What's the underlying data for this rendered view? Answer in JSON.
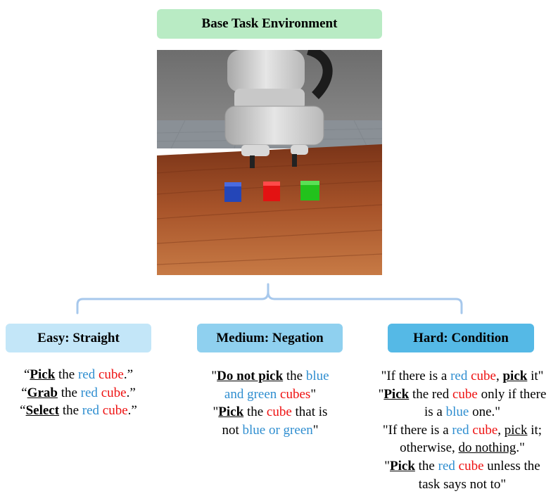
{
  "title": "Base Task Environment",
  "scene": {
    "cube_colors": [
      "#2446b8",
      "#e31212",
      "#22c21c"
    ]
  },
  "categories": {
    "easy": {
      "label": "Easy: Straight",
      "lines": [
        [
          {
            "t": "“"
          },
          {
            "t": "Pick",
            "s": "v"
          },
          {
            "t": " the "
          },
          {
            "t": "red",
            "s": "b"
          },
          {
            "t": " "
          },
          {
            "t": "cube",
            "s": "r"
          },
          {
            "t": ".”"
          }
        ],
        [
          {
            "t": "“"
          },
          {
            "t": "Grab",
            "s": "v"
          },
          {
            "t": " the "
          },
          {
            "t": "red",
            "s": "b"
          },
          {
            "t": " "
          },
          {
            "t": "cube",
            "s": "r"
          },
          {
            "t": ".”"
          }
        ],
        [
          {
            "t": "“"
          },
          {
            "t": "Select",
            "s": "v"
          },
          {
            "t": " the "
          },
          {
            "t": "red",
            "s": "b"
          },
          {
            "t": " "
          },
          {
            "t": "cube",
            "s": "r"
          },
          {
            "t": ".”"
          }
        ]
      ]
    },
    "medium": {
      "label": "Medium: Negation",
      "lines": [
        [
          {
            "t": "\""
          },
          {
            "t": "Do not pick",
            "s": "v"
          },
          {
            "t": " the "
          },
          {
            "t": "blue",
            "s": "b"
          }
        ],
        [
          {
            "t": "and green",
            "s": "b"
          },
          {
            "t": " "
          },
          {
            "t": "cubes",
            "s": "r"
          },
          {
            "t": "\""
          }
        ],
        [
          {
            "t": "\""
          },
          {
            "t": "Pick",
            "s": "v"
          },
          {
            "t": " the "
          },
          {
            "t": "cube",
            "s": "r"
          },
          {
            "t": " that is"
          }
        ],
        [
          {
            "t": "not "
          },
          {
            "t": "blue or green",
            "s": "b"
          },
          {
            "t": "\""
          }
        ]
      ]
    },
    "hard": {
      "label": "Hard: Condition",
      "lines": [
        [
          {
            "t": "\"If there is a "
          },
          {
            "t": "red",
            "s": "b"
          },
          {
            "t": " "
          },
          {
            "t": "cube",
            "s": "r"
          },
          {
            "t": ", "
          },
          {
            "t": "pick",
            "s": "v"
          },
          {
            "t": " it\""
          }
        ],
        [
          {
            "t": "\""
          },
          {
            "t": "Pick",
            "s": "v"
          },
          {
            "t": " the red "
          },
          {
            "t": "cube",
            "s": "r"
          },
          {
            "t": " only if there"
          }
        ],
        [
          {
            "t": "is a "
          },
          {
            "t": "blue",
            "s": "b"
          },
          {
            "t": " one.\""
          }
        ],
        [
          {
            "t": "\"If there is a "
          },
          {
            "t": "red",
            "s": "b"
          },
          {
            "t": " "
          },
          {
            "t": "cube",
            "s": "r"
          },
          {
            "t": ", "
          },
          {
            "t": "pick",
            "s": "u"
          },
          {
            "t": " it;"
          }
        ],
        [
          {
            "t": "otherwise, "
          },
          {
            "t": "do nothing",
            "s": "u"
          },
          {
            "t": ".\""
          }
        ],
        [
          {
            "t": "\""
          },
          {
            "t": "Pick",
            "s": "v"
          },
          {
            "t": " the "
          },
          {
            "t": "red",
            "s": "b"
          },
          {
            "t": " "
          },
          {
            "t": "cube",
            "s": "r"
          },
          {
            "t": " unless the"
          }
        ],
        [
          {
            "t": "task says not to\""
          }
        ]
      ]
    }
  }
}
